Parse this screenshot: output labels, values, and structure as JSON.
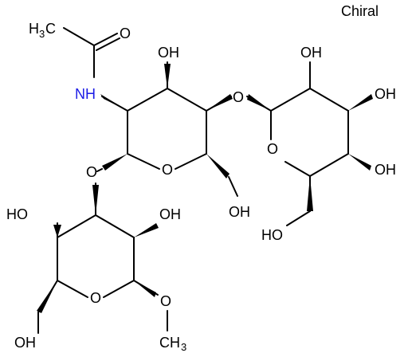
{
  "chiral_label": "Chiral",
  "atoms": {
    "o_carbonyl": "O",
    "o_oh_top_center": "OH",
    "o_glycosidic_right": "O",
    "o_oh_gal_top": "OH",
    "o_oh_gal_right_upper": "OH",
    "o_oh_gal_right_lower": "OH",
    "o_ring_gal": "O",
    "o_ch2oh_gal": "HO",
    "n_acetamide": "NH",
    "o_ring_center": "O",
    "o_ch2oh_center": "OH",
    "o_glycosidic_left": "O",
    "o_oh_bottom_left": "HO",
    "o_oh_bottom_right": "OH",
    "o_ring_bottom": "O",
    "o_methoxy": "O",
    "o_ch2oh_bottom": "OH",
    "methyl_top_C": "H",
    "methyl_top_sub": "3",
    "methyl_top_Ctail": "C",
    "methyl_bottom_C": "CH",
    "methyl_bottom_sub": "3"
  },
  "colors": {
    "bond": "#000000",
    "nitrogen": "#1c1ce6",
    "text": "#000000"
  }
}
